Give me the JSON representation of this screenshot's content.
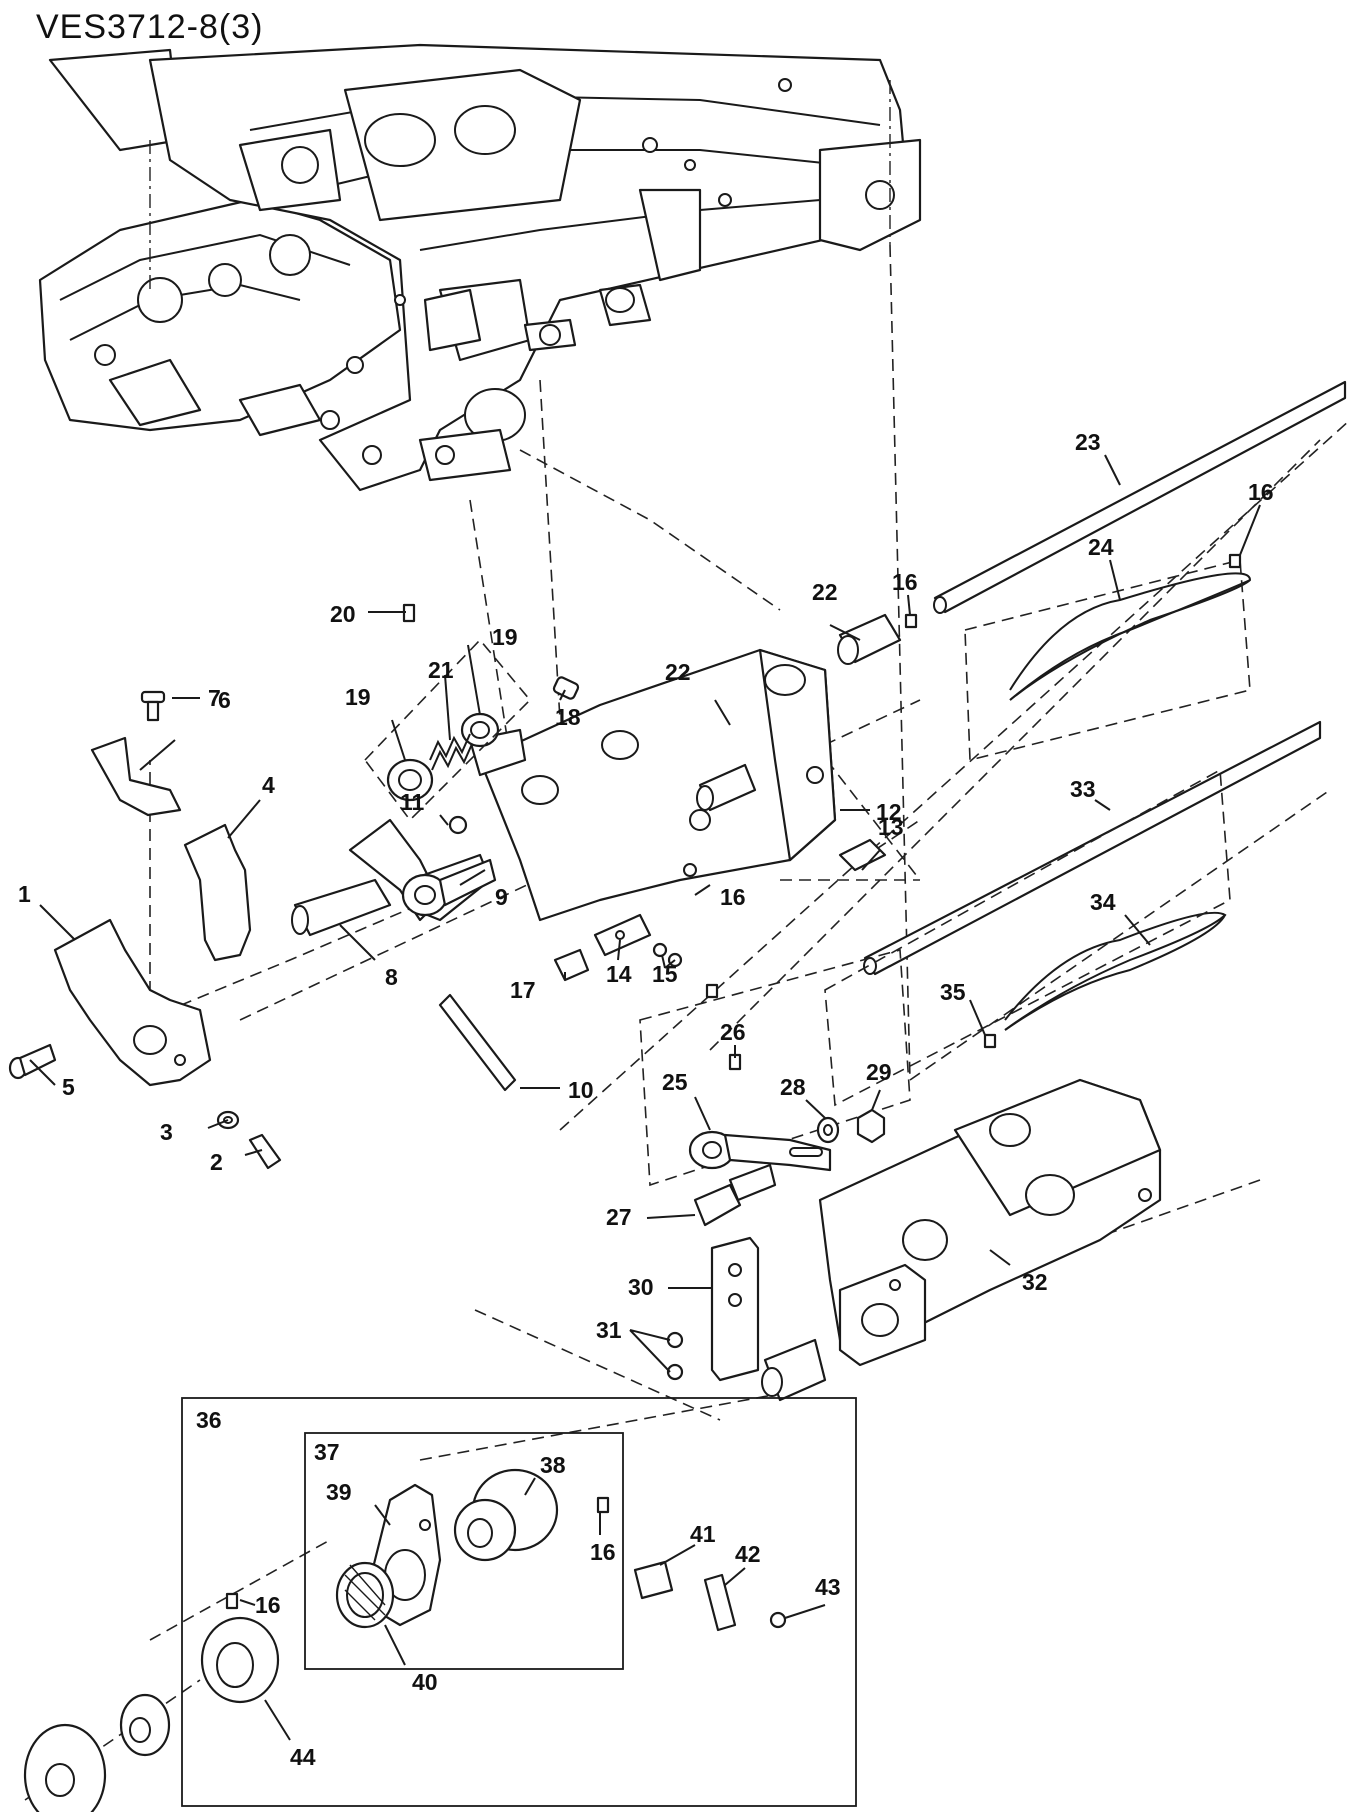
{
  "title": "VES3712-8(3)",
  "callouts": {
    "c1": "1",
    "c2": "2",
    "c3": "3",
    "c4": "4",
    "c5": "5",
    "c6": "6",
    "c7": "7",
    "c8": "8",
    "c9": "9",
    "c10": "10",
    "c11": "11",
    "c12": "12",
    "c13": "13",
    "c14": "14",
    "c15": "15",
    "c16a": "16",
    "c16b": "16",
    "c16c": "16",
    "c16d": "16",
    "c16e": "16",
    "c17": "17",
    "c18": "18",
    "c19a": "19",
    "c19b": "19",
    "c20": "20",
    "c21": "21",
    "c22a": "22",
    "c22b": "22",
    "c23": "23",
    "c24": "24",
    "c25": "25",
    "c26": "26",
    "c27": "27",
    "c28": "28",
    "c29": "29",
    "c30": "30",
    "c31": "31",
    "c32": "32",
    "c33": "33",
    "c34": "34",
    "c35": "35",
    "c36": "36",
    "c37": "37",
    "c38": "38",
    "c39": "39",
    "c40": "40",
    "c41": "41",
    "c42": "42",
    "c43": "43",
    "c44": "44"
  }
}
